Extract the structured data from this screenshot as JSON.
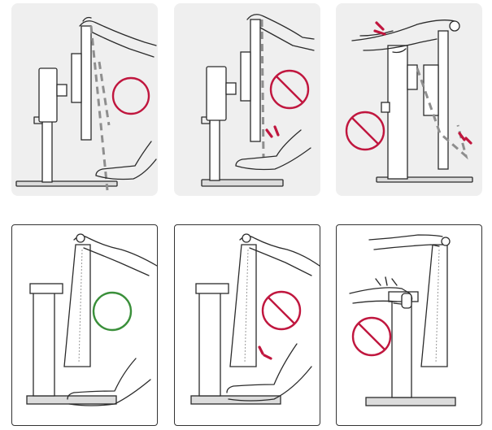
{
  "colors": {
    "ok": "#3a8f3a",
    "prohibited": "#c0163e",
    "line": "#2b2b2b",
    "panel_shaded": "#efefef"
  },
  "rows": [
    {
      "style": "shaded",
      "panels": [
        {
          "id": "top-1",
          "symbol": "prohibited-icon",
          "variant": "swivel-pull"
        },
        {
          "id": "top-2",
          "symbol": "prohibited-icon",
          "variant": "swivel-push"
        },
        {
          "id": "top-3",
          "symbol": "prohibited-icon",
          "variant": "height-press"
        }
      ]
    },
    {
      "style": "outlined",
      "panels": [
        {
          "id": "bottom-1",
          "symbol": "ok-icon",
          "variant": "tilt-correct"
        },
        {
          "id": "bottom-2",
          "symbol": "prohibited-icon",
          "variant": "tilt-wrong"
        },
        {
          "id": "bottom-3",
          "symbol": "prohibited-icon",
          "variant": "stand-grip"
        }
      ]
    }
  ]
}
